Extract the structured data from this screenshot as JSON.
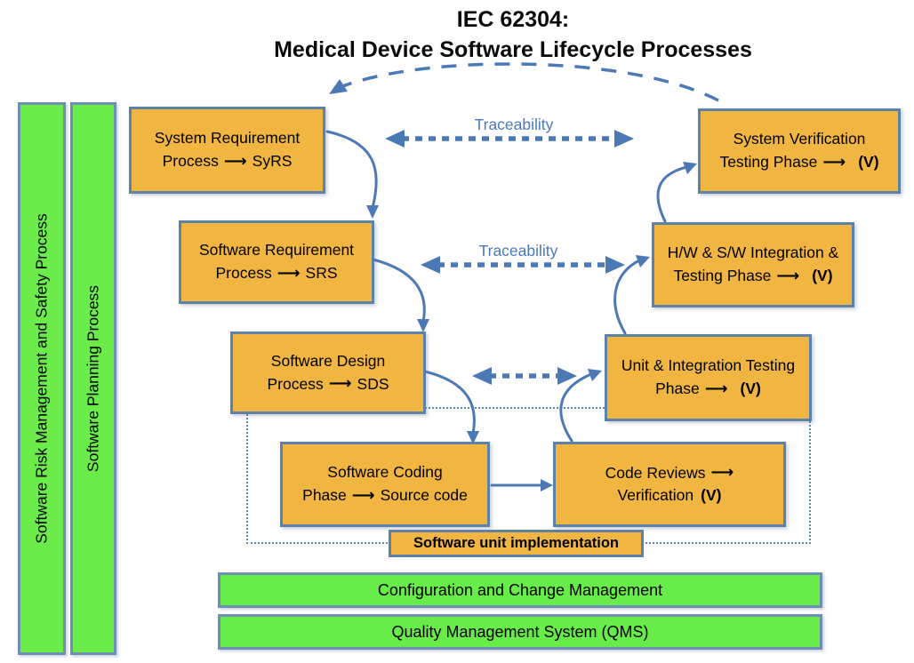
{
  "title": {
    "line1": "IEC 62304:",
    "line2": "Medical Device Software Lifecycle Processes"
  },
  "side_bars": [
    {
      "label": "Software Risk Management and Safety Process"
    },
    {
      "label": "Software Planning Process"
    }
  ],
  "process_boxes": {
    "system_requirement": {
      "line1": "System Requirement",
      "pre": "Process",
      "arrow": "⟶",
      "post": "SyRS"
    },
    "software_requirement": {
      "line1": "Software Requirement",
      "pre": "Process",
      "arrow": "⟶",
      "post": "SRS"
    },
    "software_design": {
      "line1": "Software Design",
      "pre": "Process",
      "arrow": "⟶",
      "post": "SDS"
    },
    "software_coding": {
      "line1": "Software Coding",
      "pre": "Phase",
      "arrow": "⟶",
      "post": "Source code"
    },
    "system_verification": {
      "line1": "System Verification",
      "pre": "Testing Phase",
      "arrow": "⟶",
      "post": "(V)"
    },
    "hw_sw_integration": {
      "line1": "H/W & S/W Integration &",
      "pre": "Testing Phase",
      "arrow": "⟶",
      "post": "(V)"
    },
    "unit_integration": {
      "line1": "Unit & Integration Testing",
      "pre": "Phase",
      "arrow": "⟶",
      "post": "(V)"
    },
    "code_reviews": {
      "line1": "Code Reviews",
      "arrow": "⟶",
      "line2": "Verification",
      "post": "(V)"
    }
  },
  "labels": {
    "traceability_top": "Traceability",
    "traceability_mid": "Traceability",
    "unit_implementation": "Software unit implementation"
  },
  "bottom_bars": [
    {
      "label": "Configuration and Change Management"
    },
    {
      "label": "Quality Management System (QMS)"
    }
  ],
  "colors": {
    "box_fill": "#f1b541",
    "box_border": "#5e81a8",
    "green_fill": "#6cec4b",
    "connector_blue": "#4c79b5",
    "traceability_text": "#4a79bb"
  }
}
